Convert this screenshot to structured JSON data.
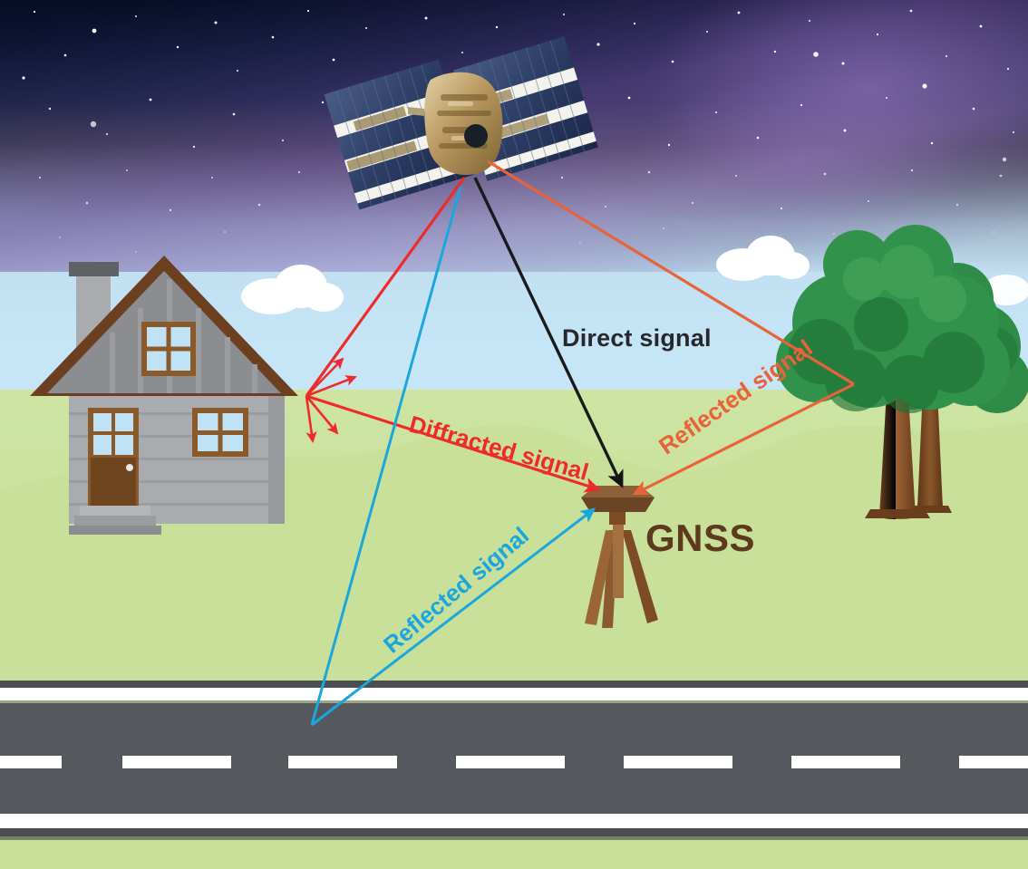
{
  "figure": {
    "title": "GNSS multipath signal propagation diagram",
    "type": "illustrative-diagram"
  },
  "labels": {
    "direct": "Direct signal",
    "diffracted": "Diffracted signal",
    "reflected_tree": "Reflected signal",
    "reflected_road": "Reflected signal",
    "receiver": "GNSS"
  },
  "colors": {
    "direct_signal": "#26282b",
    "diffracted_signal": "#ee2b2b",
    "reflected_tree_signal": "#e8623a",
    "reflected_road_signal": "#1aa7dd",
    "gnss_label": "#5c3a1e",
    "sky_night": "#0b1334",
    "sky_day": "#bfe4f6",
    "grass": "#c9e09a",
    "road_asphalt": "#55585c",
    "road_line": "#ffffff",
    "house_wall": "#a9abae",
    "house_roof": "#6b3f20",
    "tree_foliage": "#2e8b45",
    "tree_trunk": "#8b5a30"
  },
  "objects": {
    "satellite": {
      "name": "GNSS satellite",
      "panels": 2
    },
    "house": {
      "name": "house",
      "windows": 3,
      "doors": 1,
      "chimney": 1
    },
    "trees": {
      "name": "trees",
      "count": 2
    },
    "clouds": {
      "name": "clouds",
      "count": 3
    },
    "road": {
      "name": "road",
      "lanes": 2,
      "dashes": 8
    },
    "receiver": {
      "name": "GNSS receiver on tripod"
    }
  },
  "signal_paths": [
    {
      "id": "direct",
      "from": "satellite",
      "to": "receiver",
      "color": "#26282b",
      "label": "Direct signal"
    },
    {
      "id": "diffracted",
      "from": "satellite",
      "to": "house-corner",
      "color": "#ee2b2b",
      "label": "Diffracted signal"
    },
    {
      "id": "reflected-tree",
      "from": "satellite",
      "to": "tree",
      "color": "#e8623a",
      "label": "Reflected signal"
    },
    {
      "id": "reflected-road",
      "from": "satellite",
      "to": "road",
      "color": "#1aa7dd",
      "label": "Reflected signal"
    }
  ]
}
